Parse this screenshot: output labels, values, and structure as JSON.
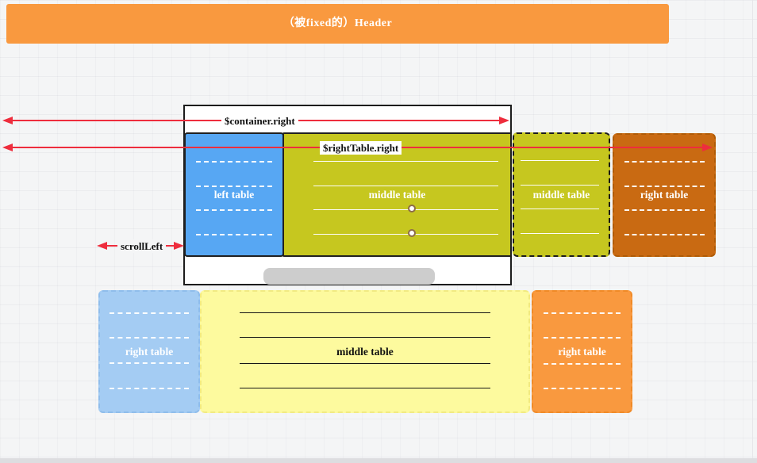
{
  "header": {
    "title": "（被fixed的）Header"
  },
  "arrows": {
    "container_right_label": "$container.right",
    "right_table_right_label": "$rightTable.right",
    "scroll_left_label": "scrollLeft"
  },
  "top_tables": {
    "left": {
      "label": "left table"
    },
    "middle": {
      "label": "middle table"
    },
    "middle_overflow": {
      "label": "middle table"
    },
    "right": {
      "label": "right table"
    }
  },
  "bottom_tables": {
    "left": {
      "label": "right table"
    },
    "middle": {
      "label": "middle table"
    },
    "right": {
      "label": "right table"
    }
  },
  "colors": {
    "header_orange": "#f9993f",
    "left_table_blue": "#57a7f3",
    "middle_table_olive": "#c6c71f",
    "right_table_brown": "#c96a12",
    "bottom_left_blue": "#a4ccf3",
    "bottom_middle_yellow": "#fdfa9e",
    "bottom_right_orange": "#f9993f",
    "arrow_red": "#ee2d3d",
    "scrollbar_gray": "#cdcdcd",
    "canvas_background": "#f4f5f6"
  }
}
